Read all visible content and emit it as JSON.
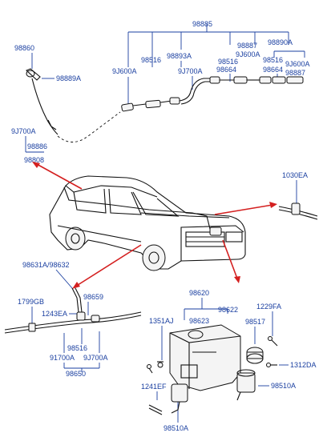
{
  "labels": {
    "l98885": "98885",
    "l98860": "98860",
    "l98889A": "98889A",
    "l98887a": "98887",
    "l98890A": "98890A",
    "l98516a": "98516",
    "l98893A": "98893A",
    "l9J600A_a": "9J600A",
    "l98516b": "98516",
    "l9J600A_b": "9J600A",
    "l98516c": "98516",
    "l9J600A_c": "9J600A",
    "l9J700A_a": "9J700A",
    "l98664a": "98664",
    "l98664b": "98664",
    "l98887b": "98887",
    "l9J700A_b": "9J700A",
    "l98886": "98886",
    "l98808": "98808",
    "l1030EA": "1030EA",
    "l98631A": "98631A/98632",
    "l98659": "98659",
    "l1799GB": "1799GB",
    "l1243EA": "1243EA",
    "l98516d": "98516",
    "l91700A": "91700A",
    "l9J700A_c": "9J700A",
    "l98650": "98650",
    "l98620": "98620",
    "l98622": "98622",
    "l98623": "98623",
    "l1351AJ": "1351AJ",
    "l1229FA": "1229FA",
    "l98517": "98517",
    "l1312DA": "1312DA",
    "l98510A_a": "98510A",
    "l1241EF": "1241EF",
    "l98510A_b": "98510A"
  }
}
